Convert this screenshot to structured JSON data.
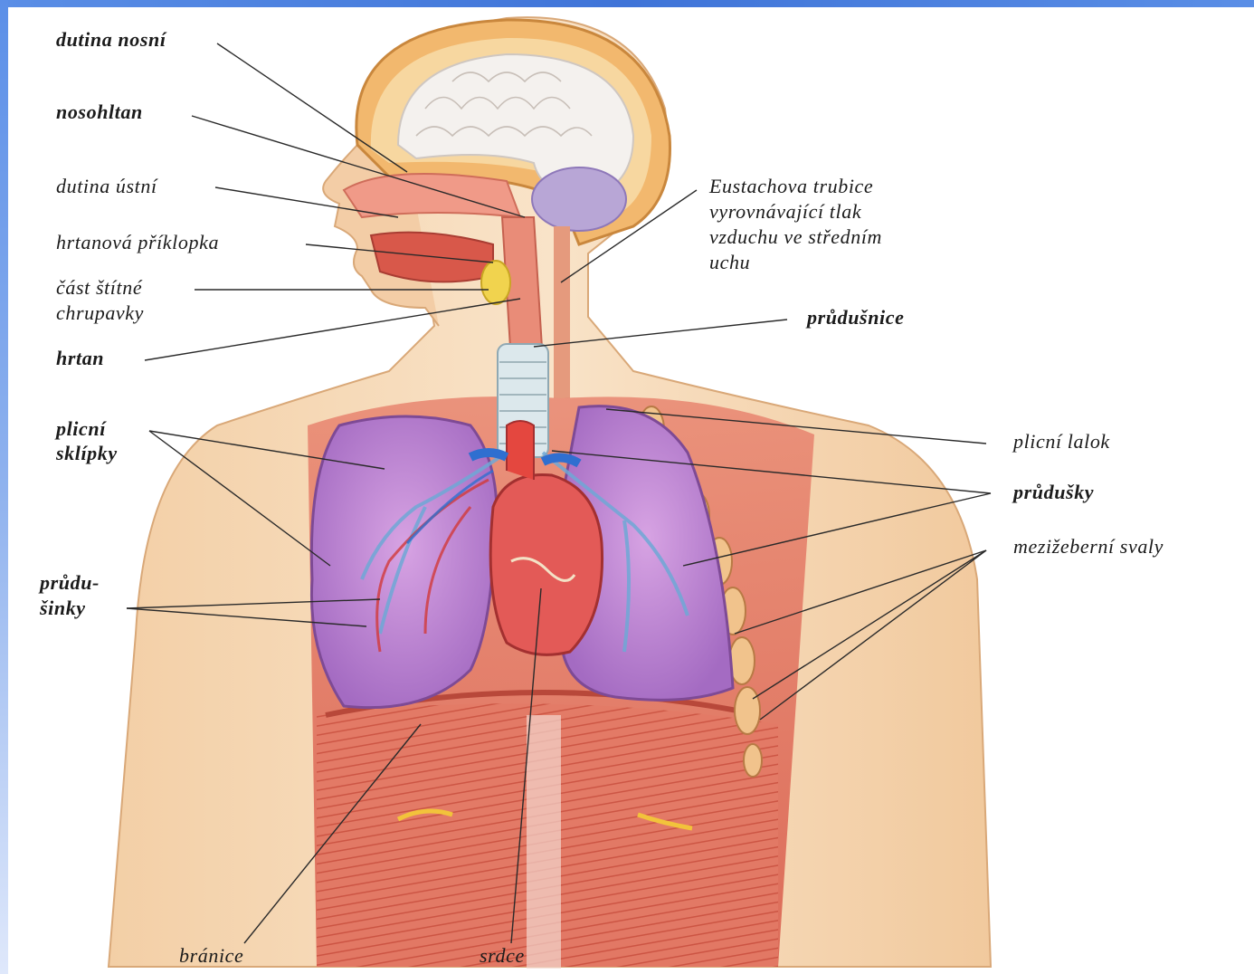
{
  "labels": {
    "dutina_nosni": "dutina nosní",
    "nosohltan": "nosohltan",
    "dutina_ustni": "dutina ústní",
    "hrtanova_priklopka": "hrtanová příklopka",
    "cast_stitne_1": "část štítné",
    "cast_stitne_2": "chrupavky",
    "hrtan": "hrtan",
    "plicni_sklipky_1": "plicní",
    "plicni_sklipky_2": "sklípky",
    "prudusinky_1": "průdu-",
    "prudusinky_2": "šinky",
    "branice": "bránice",
    "srdce": "srdce",
    "eustachova_1": "Eustachova trubice",
    "eustachova_2": "vyrovnávající tlak",
    "eustachova_3": "vzduchu ve středním",
    "eustachova_4": "uchu",
    "prudusnice": "průdušnice",
    "plicni_lalok": "plicní lalok",
    "prudusky": "průdušky",
    "mezizeberni_svaly": "mezižeberní svaly"
  },
  "colors": {
    "frame_blue": "#3f74d8",
    "skin": "#f6d9b8",
    "muscle": "#e2705f",
    "lung": "#c58ad6",
    "brain": "#f2f0ee",
    "trachea": "#d9e6ea",
    "leader_line": "#2a2a2a"
  }
}
